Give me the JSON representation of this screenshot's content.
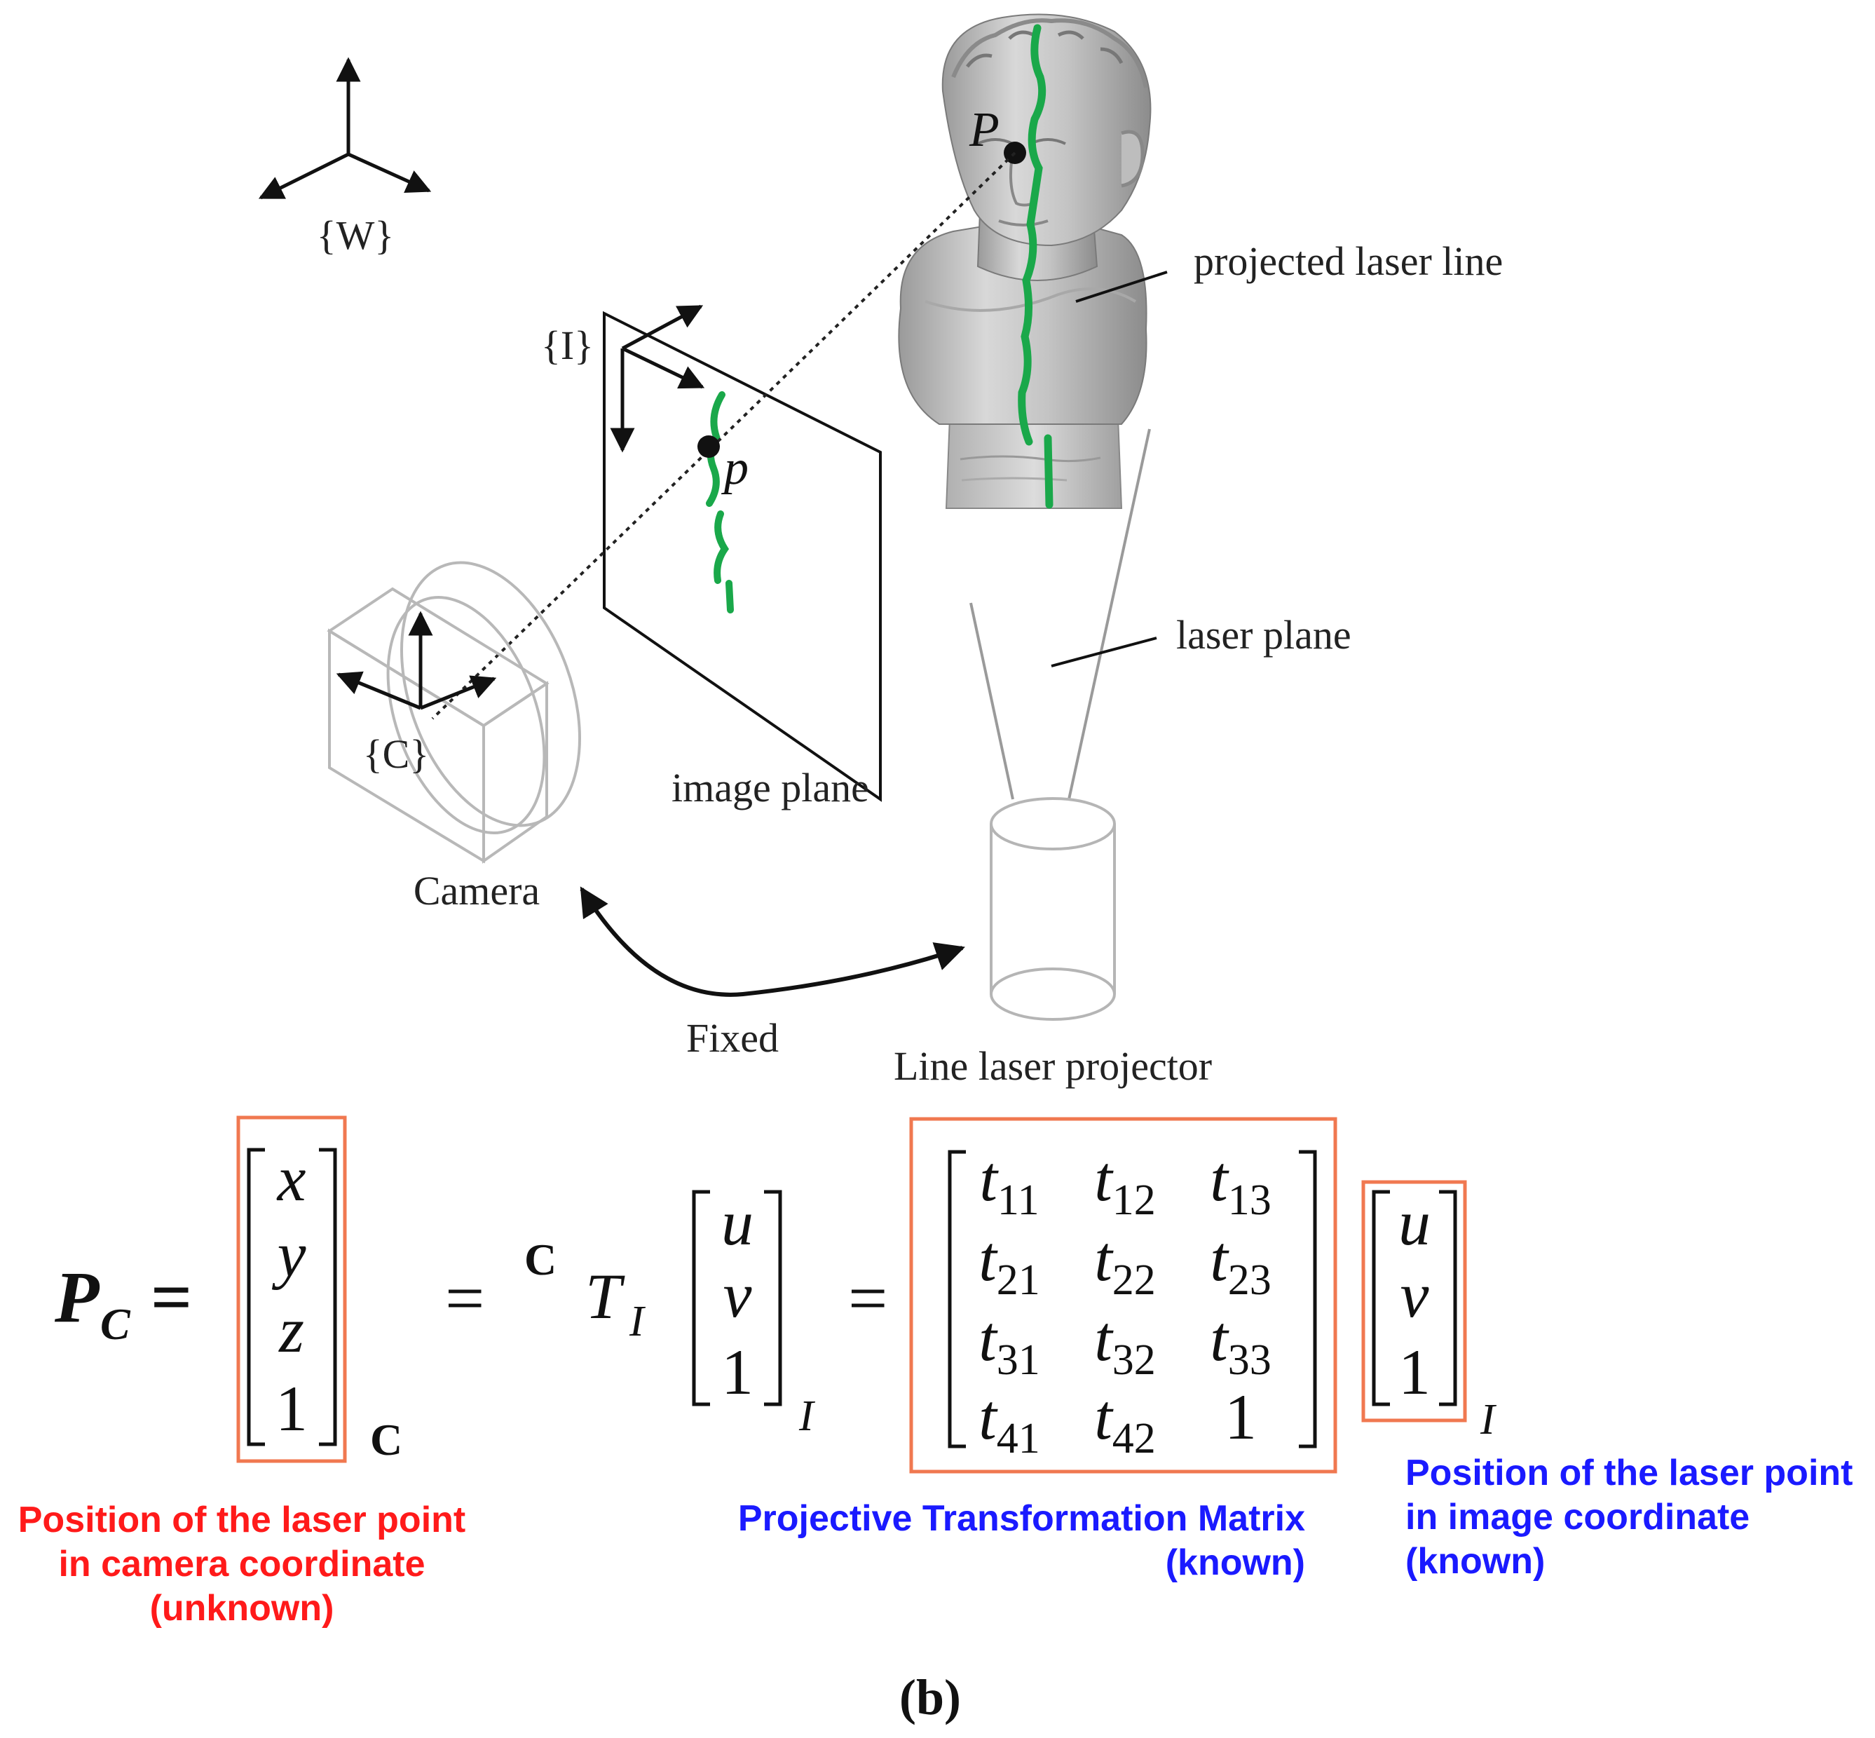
{
  "diagram": {
    "labels": {
      "world_frame": "{W}",
      "image_frame": "{I}",
      "camera_frame": "{C}",
      "point_world": "P",
      "point_image": "p",
      "projected_laser_line": "projected laser line",
      "laser_plane": "laser plane",
      "image_plane": "image plane",
      "camera": "Camera",
      "fixed": "Fixed",
      "projector": "Line laser projector"
    }
  },
  "equation": {
    "lhs": "P",
    "lhs_sub": "C",
    "equals": "=",
    "vec_xyz": [
      "x",
      "y",
      "z",
      "1"
    ],
    "vec_xyz_sub": "C",
    "transform_sup": "C",
    "transform": "T",
    "transform_sub": "I",
    "vec_uv": [
      "u",
      "v",
      "1"
    ],
    "vec_uv_sub": "I",
    "matrix": [
      [
        "t",
        "11",
        "t",
        "12",
        "t",
        "13"
      ],
      [
        "t",
        "21",
        "t",
        "22",
        "t",
        "23"
      ],
      [
        "t",
        "31",
        "t",
        "32",
        "t",
        "33"
      ],
      [
        "t",
        "41",
        "t",
        "42",
        "1",
        ""
      ]
    ]
  },
  "captions": {
    "camera_coord": [
      "Position of the laser point",
      "in camera coordinate",
      "(unknown)"
    ],
    "matrix": [
      "Projective Transformation Matrix",
      "(known)"
    ],
    "image_coord": [
      "Position of the laser point",
      "in image coordinate",
      "(known)"
    ]
  },
  "panel_label": "(b)",
  "colors": {
    "laser": "#1aa84a",
    "box": "#f07850",
    "caption_unknown": "#ff1a1a",
    "caption_known": "#1a1aff",
    "sketch": "#b8b8b8"
  },
  "icons": [
    "bust-statue",
    "camera-sketch",
    "projector-cylinder",
    "frame-axes"
  ]
}
